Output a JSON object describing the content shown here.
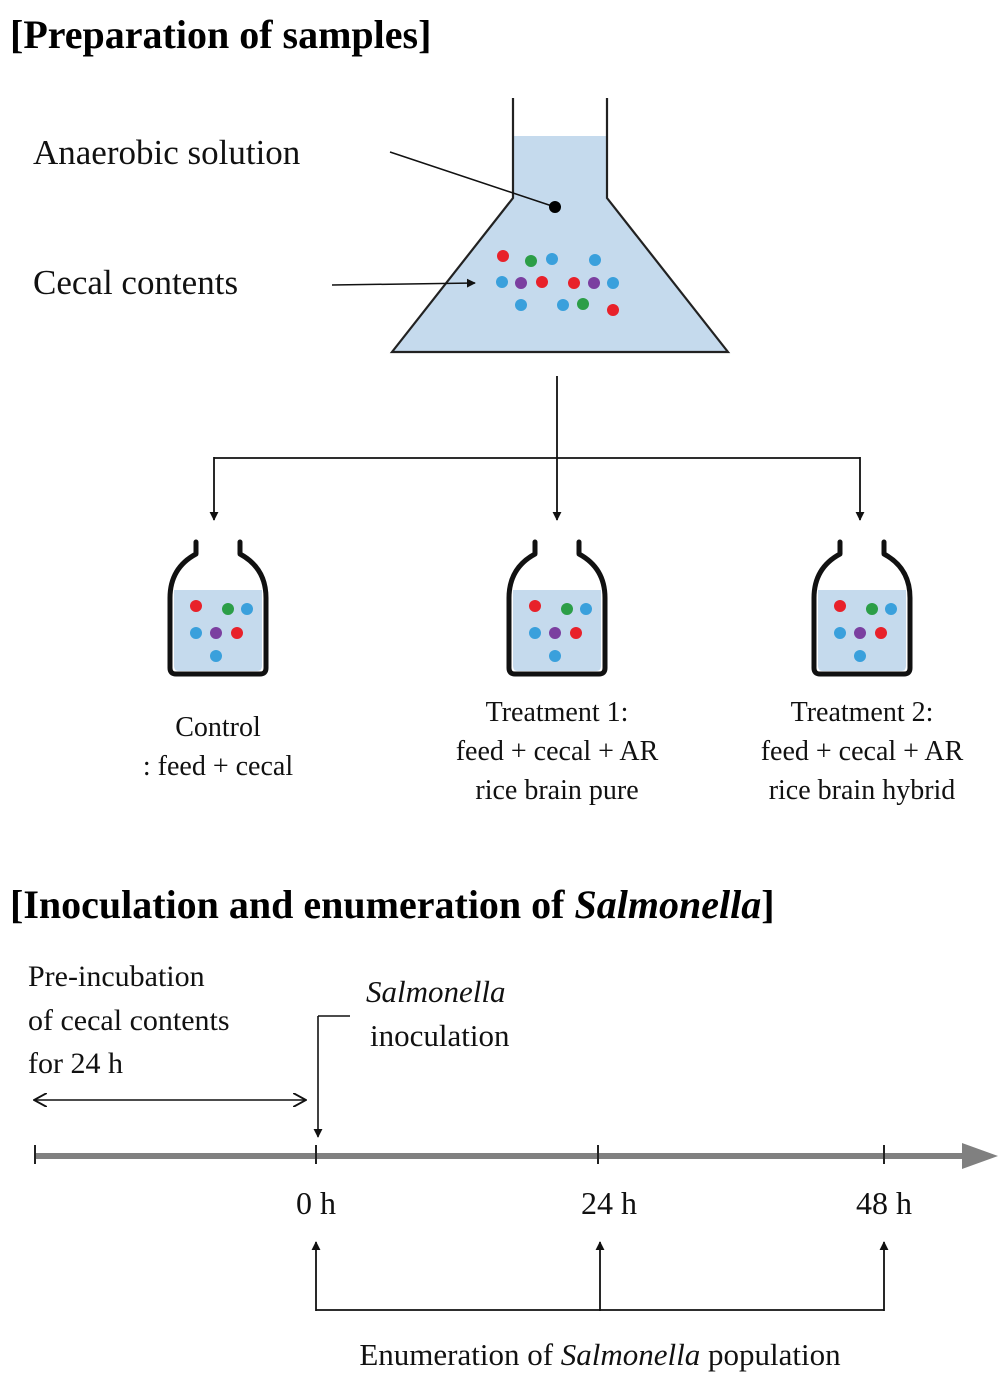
{
  "section1": {
    "title": "[Preparation of samples]",
    "flask_label_solution": "Anaerobic solution",
    "flask_label_cecal": "Cecal contents",
    "groups": [
      {
        "line1": "Control",
        "line2": ": feed + cecal",
        "line3": ""
      },
      {
        "line1": "Treatment  1:",
        "line2": "feed + cecal  + AR",
        "line3": "rice brain pure"
      },
      {
        "line1": "Treatment  2:",
        "line2": "feed + cecal  + AR",
        "line3": "rice brain hybrid"
      }
    ]
  },
  "section2": {
    "title_prefix": "[Inoculation and enumeration of ",
    "title_italic": "Salmonella",
    "title_suffix": "]",
    "preincubation_lines": [
      "Pre-incubation",
      "of cecal  contents",
      "for 24 h"
    ],
    "inoculation_italic": "Salmonella",
    "inoculation_text": "inoculation",
    "timepoints": [
      "0 h",
      "24 h",
      "48 h"
    ],
    "enum_prefix": "Enumeration  of ",
    "enum_italic": "Salmonella",
    "enum_suffix": " population"
  },
  "colors": {
    "liquid": "#c5daed",
    "particle_red": "#e8212a",
    "particle_green": "#2c9e47",
    "particle_blue": "#3aa0dc",
    "particle_purple": "#7b3fa0",
    "timeline": "#808080"
  }
}
